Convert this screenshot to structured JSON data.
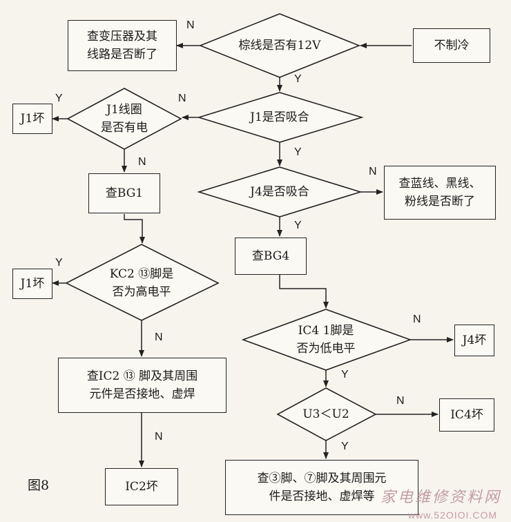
{
  "figure_label": "图8",
  "nodes": {
    "no_cooling": "不制冷",
    "brown_12v": "棕线是否有12V",
    "check_transformer": "查变压器及其\n线路是否断了",
    "j1_pull": "J1是否吸合",
    "j1_coil": "J1线圈\n是否有电",
    "j1_bad_1": "J1坏",
    "check_bg1": "查BG1",
    "j4_pull": "J4是否吸合",
    "check_wires": "查蓝线、黑线、\n粉线是否断了",
    "check_bg4": "查BG4",
    "kc2_high": "KC2 ⑬脚是\n否为高电平",
    "j1_bad_2": "J1坏",
    "check_ic2": "查IC2 ⑬ 脚及其周围\n元件是否接地、虚焊",
    "ic2_bad": "IC2坏",
    "ic4_low": "IC4  1脚是\n否为低电平",
    "j4_bad": "J4坏",
    "u3_u2": "U3＜U2",
    "ic4_bad": "IC4坏",
    "check_pins": "查③脚、⑦脚及其周围元\n件是否接地、虚焊等"
  },
  "edge_labels": {
    "y": "Y",
    "n": "N"
  },
  "watermark": {
    "text": "家电维修资料网",
    "url": "www.52OIOI.COM"
  }
}
